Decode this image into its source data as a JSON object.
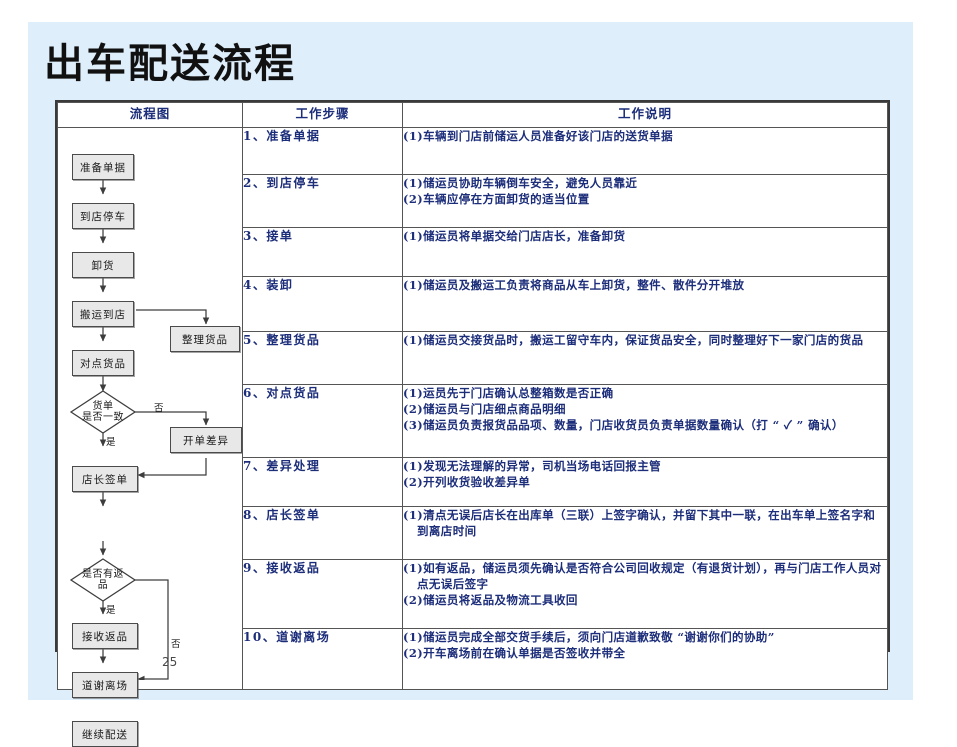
{
  "slide": {
    "title": "出车配送流程",
    "page_number": "25",
    "background_panel_color": "#deeefb",
    "accent_text_color": "#1c2d7a"
  },
  "table": {
    "headers": {
      "flowchart": "流程图",
      "steps": "工作步骤",
      "description": "工作说明"
    },
    "rows": [
      {
        "step": "1、准备单据",
        "desc": [
          "(1)车辆到门店前储运人员准备好该门店的送货单据"
        ]
      },
      {
        "step": "2、到店停车",
        "desc": [
          "(1)储运员协助车辆倒车安全，避免人员靠近",
          "(2)车辆应停在方面卸货的适当位置"
        ]
      },
      {
        "step": "3、接单",
        "desc": [
          "(1)储运员将单据交给门店店长，准备卸货"
        ]
      },
      {
        "step": "4、装卸",
        "desc": [
          "(1)储运员及搬运工负责将商品从车上卸货，整件、散件分开堆放"
        ]
      },
      {
        "step": "5、整理货品",
        "desc": [
          "(1)储运员交接货品时，搬运工留守车内，保证货品安全，同时整理好下一家门店的货品"
        ]
      },
      {
        "step": "6、对点货品",
        "desc": [
          "(1)运员先于门店确认总整箱数是否正确",
          "(2)储运员与门店细点商品明细",
          "(3)储运员负责报货品品项、数量，门店收货员负责单据数量确认（打 “ ✓ ” 确认）"
        ]
      },
      {
        "step": "7、差异处理",
        "desc": [
          "(1)发现无法理解的异常，司机当场电话回报主管",
          "(2)开列收货验收差异单"
        ]
      },
      {
        "step": "8、店长签单",
        "desc": [
          "(1)清点无误后店长在出库单（三联）上签字确认，并留下其中一联，在出车单上签名字和到离店时间"
        ]
      },
      {
        "step": "9、接收返品",
        "desc": [
          "(1)如有返品，储运员须先确认是否符合公司回收规定（有退货计划），再与门店工作人员对点无误后签字",
          "(2)储运员将返品及物流工具收回"
        ]
      },
      {
        "step": "10、道谢离场",
        "desc": [
          "(1)储运员完成全部交货手续后，须向门店道歉致敬 “谢谢你们的协助”",
          "(2)开车离场前在确认单据是否签收并带全"
        ]
      }
    ]
  },
  "flowchart": {
    "nodes": [
      {
        "id": "n1",
        "type": "process",
        "label": "准备单据"
      },
      {
        "id": "n2",
        "type": "process",
        "label": "到店停车"
      },
      {
        "id": "n3",
        "type": "process",
        "label": "卸货"
      },
      {
        "id": "n4",
        "type": "process",
        "label": "搬运到店"
      },
      {
        "id": "n5",
        "type": "process",
        "label": "对点货品"
      },
      {
        "id": "n6",
        "type": "process",
        "label": "整理货品"
      },
      {
        "id": "d1",
        "type": "decision",
        "label": "货单\n是否一致"
      },
      {
        "id": "n7",
        "type": "process",
        "label": "开单差异"
      },
      {
        "id": "n8",
        "type": "process",
        "label": "店长签单"
      },
      {
        "id": "d2",
        "type": "decision",
        "label": "是否有返\n品"
      },
      {
        "id": "n9",
        "type": "process",
        "label": "接收返品"
      },
      {
        "id": "n10",
        "type": "process",
        "label": "道谢离场"
      },
      {
        "id": "n11",
        "type": "process",
        "label": "继续配送"
      }
    ],
    "edge_labels": {
      "d1_no": "否",
      "d1_yes": "是",
      "d2_yes": "是",
      "d2_no": "否"
    },
    "node_fill": "#e8e8e8",
    "node_stroke": "#4b4b4b"
  }
}
